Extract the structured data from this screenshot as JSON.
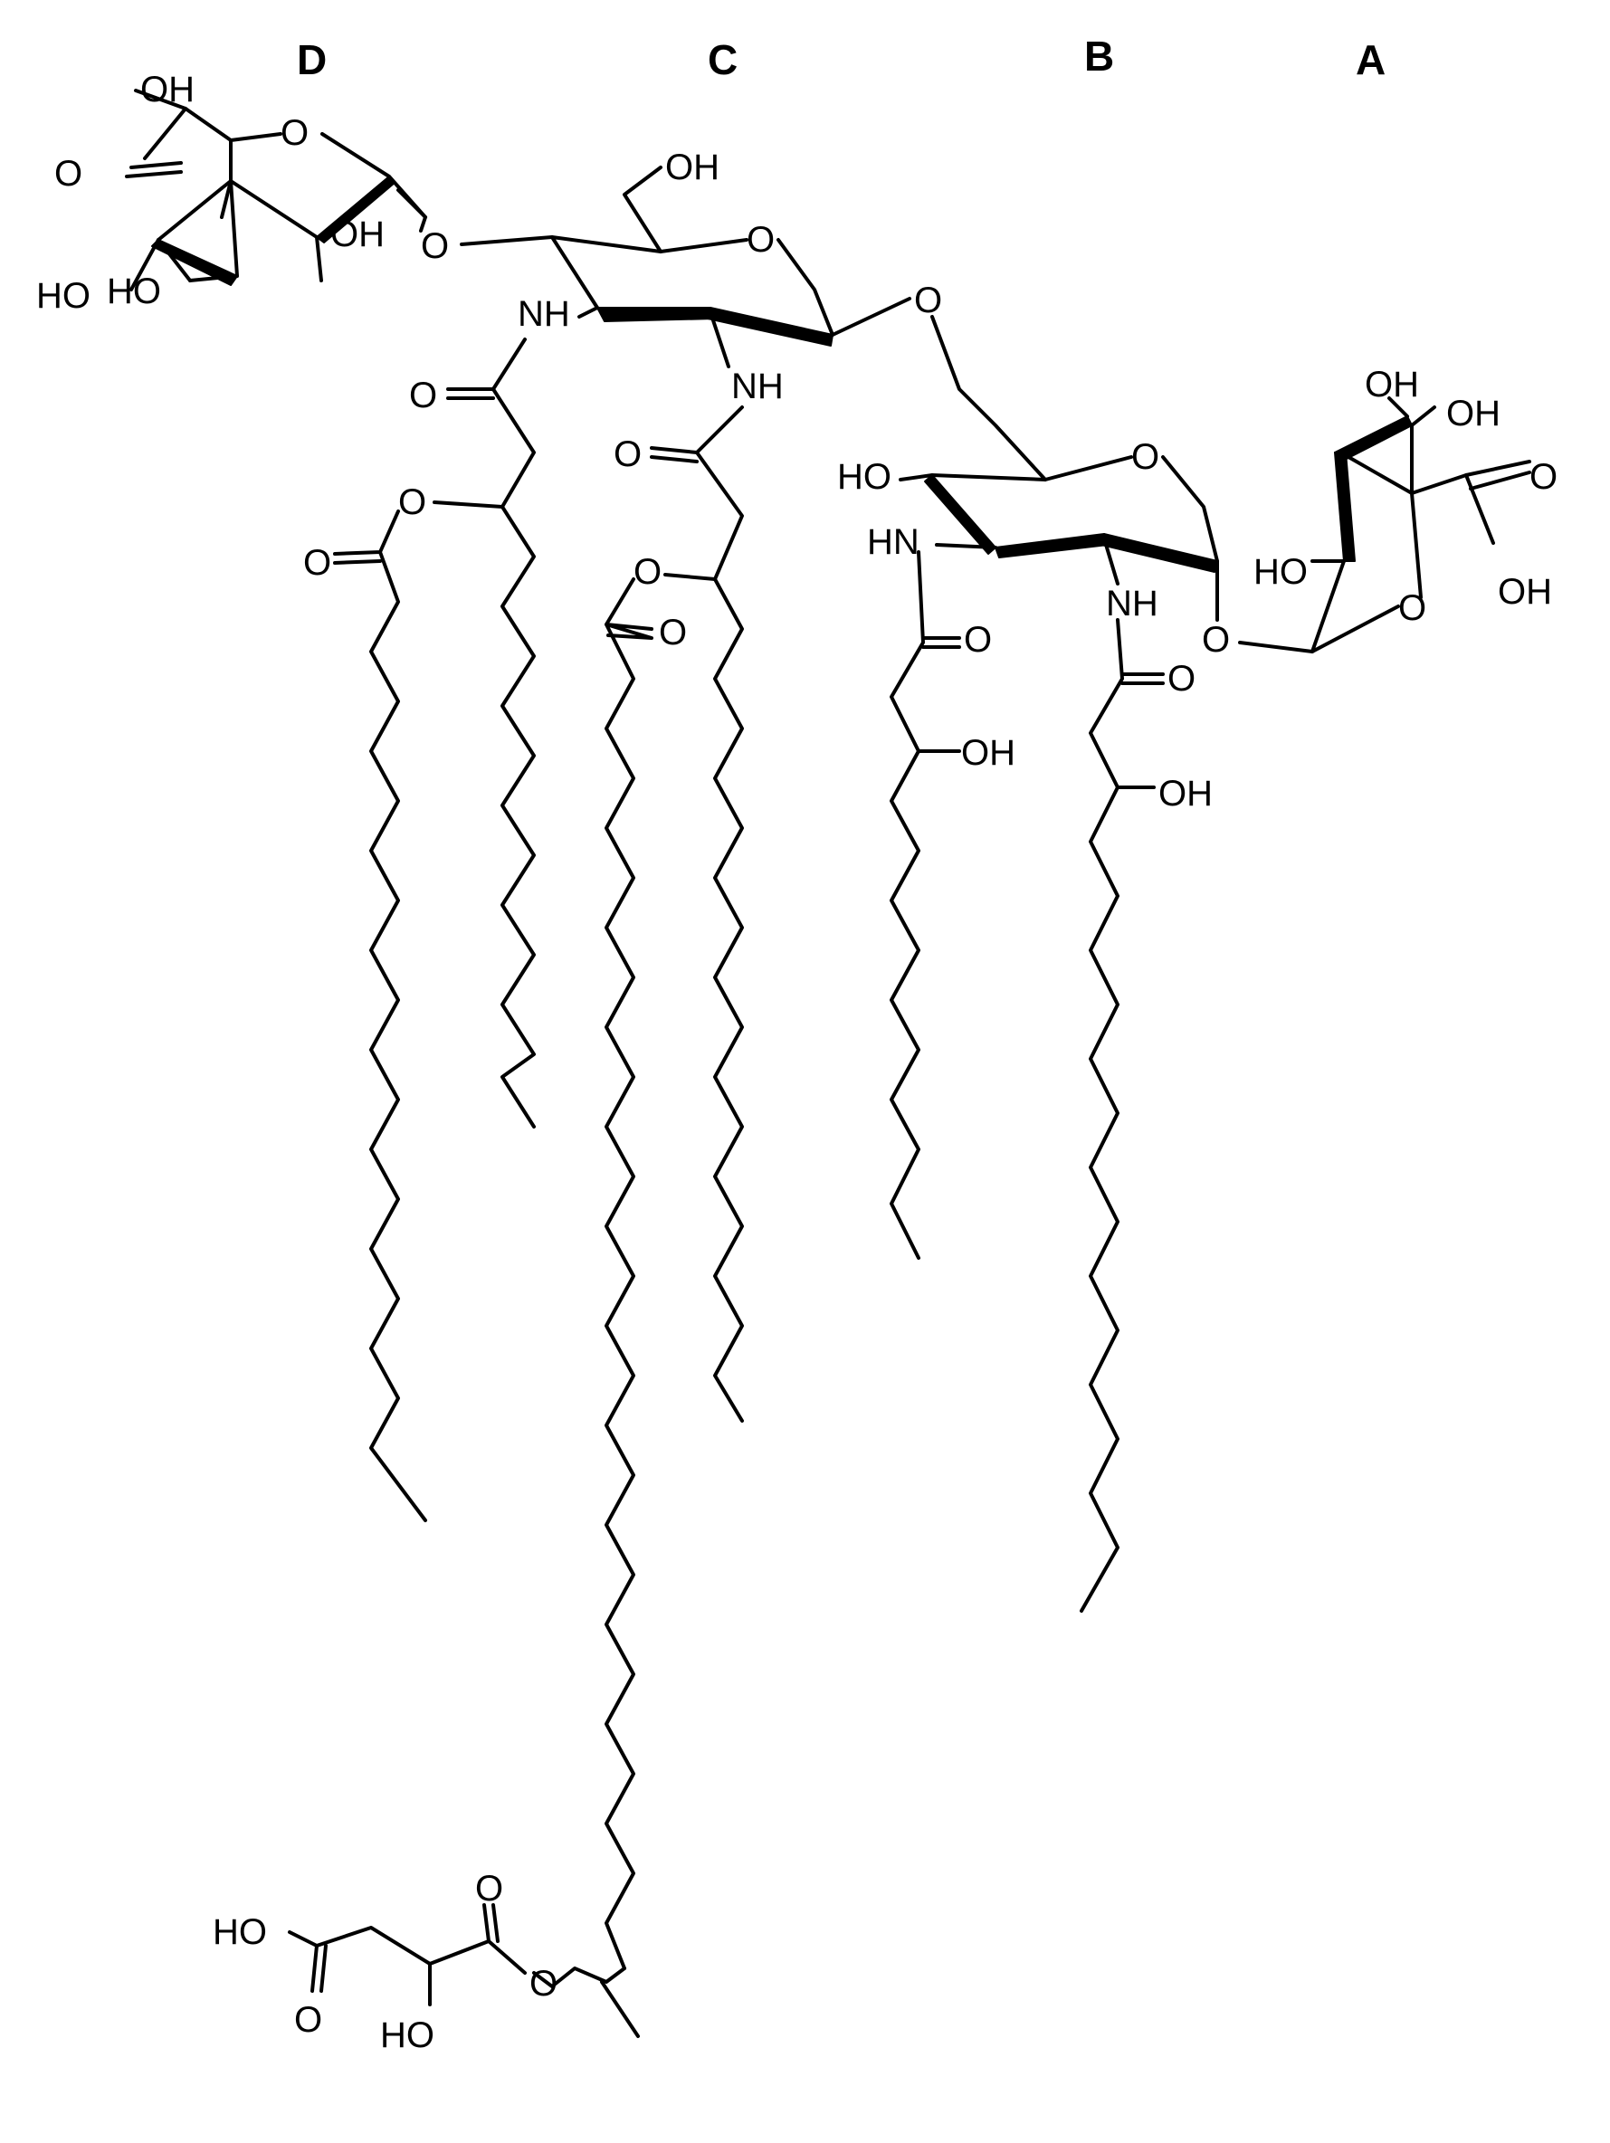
{
  "ring_labels": {
    "D": "D",
    "C": "C",
    "B": "B",
    "A": "A"
  },
  "atoms": {
    "oh": "OH",
    "ho": "HO",
    "o": "O",
    "nh": "NH",
    "hn": "HN"
  },
  "colors": {
    "ink": "#000000",
    "background": "#ffffff"
  }
}
